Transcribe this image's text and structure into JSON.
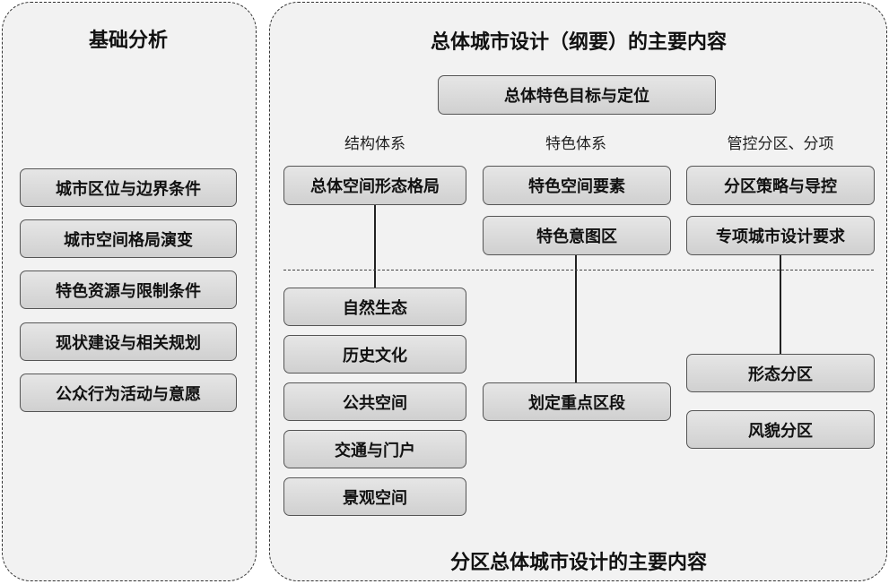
{
  "left": {
    "title": "基础分析",
    "items": [
      "城市区位与边界条件",
      "城市空间格局演变",
      "特色资源与限制条件",
      "现状建设与相关规划",
      "公众行为活动与意愿"
    ]
  },
  "right": {
    "title": "总体城市设计（纲要）的主要内容",
    "top_box": "总体特色目标与定位",
    "columns": [
      {
        "label": "结构体系",
        "upper": [
          "总体空间形态格局"
        ],
        "lower": [
          "自然生态",
          "历史文化",
          "公共空间",
          "交通与门户",
          "景观空间"
        ]
      },
      {
        "label": "特色体系",
        "upper": [
          "特色空间要素",
          "特色意图区"
        ],
        "lower": [
          "划定重点区段"
        ]
      },
      {
        "label": "管控分区、分项",
        "upper": [
          "分区策略与导控",
          "专项城市设计要求"
        ],
        "lower": [
          "形态分区",
          "风貌分区"
        ]
      }
    ],
    "bottom_title": "分区总体城市设计的主要内容"
  }
}
